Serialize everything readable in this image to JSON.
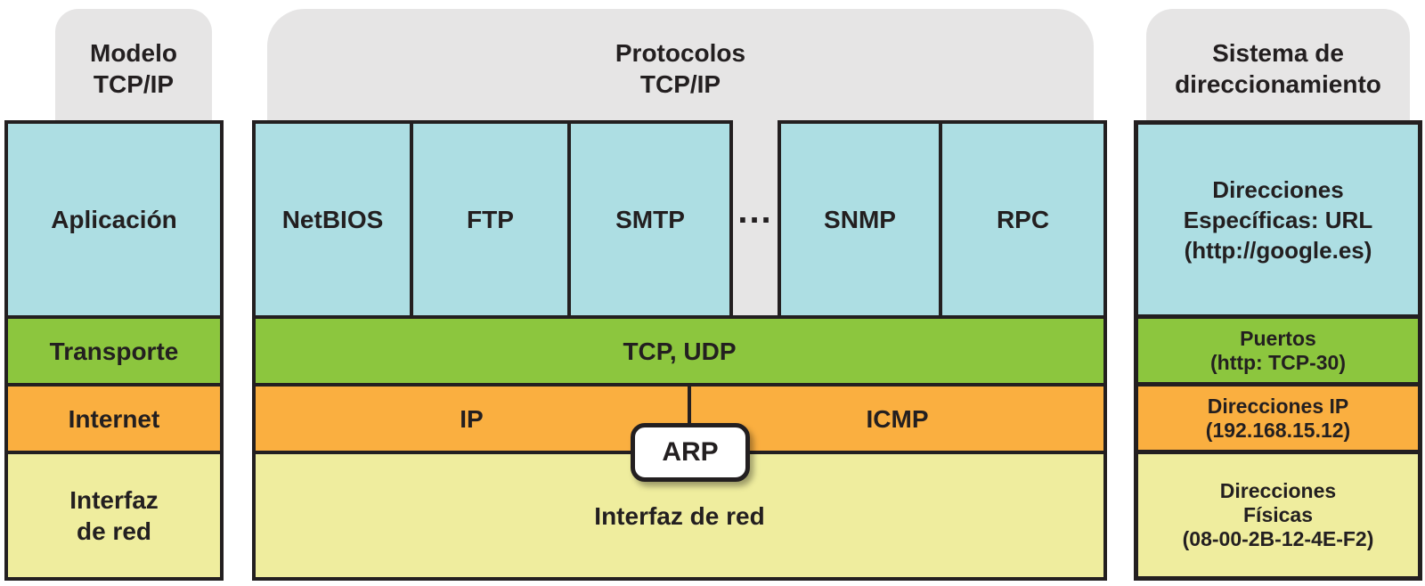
{
  "palette": {
    "blue": "#addee3",
    "green": "#8cc63e",
    "orange": "#faaf40",
    "yellow": "#efed9e",
    "gray": "#e6e5e5",
    "ink": "#231f20"
  },
  "headers": {
    "model": "Modelo\nTCP/IP",
    "protocols": "Protocolos\nTCP/IP",
    "addressing": "Sistema de\ndireccionamiento"
  },
  "model_column": {
    "application": "Aplicación",
    "transport": "Transporte",
    "internet": "Internet",
    "network_interface": "Interfaz\nde red"
  },
  "protocol_column": {
    "app_protocols": {
      "netbios": "NetBIOS",
      "ftp": "FTP",
      "smtp": "SMTP",
      "snmp": "SNMP",
      "rpc": "RPC"
    },
    "ellipsis": "...",
    "transport": "TCP, UDP",
    "internet": {
      "ip": "IP",
      "icmp": "ICMP",
      "arp": "ARP"
    },
    "network_interface": "Interfaz de red"
  },
  "addressing_column": {
    "application": "Direcciones\nEspecíficas: URL\n(http://google.es)",
    "transport": "Puertos\n(http: TCP-30)",
    "internet": "Direcciones IP\n(192.168.15.12)",
    "network_interface": "Direcciones\nFísicas\n(08-00-2B-12-4E-F2)"
  }
}
